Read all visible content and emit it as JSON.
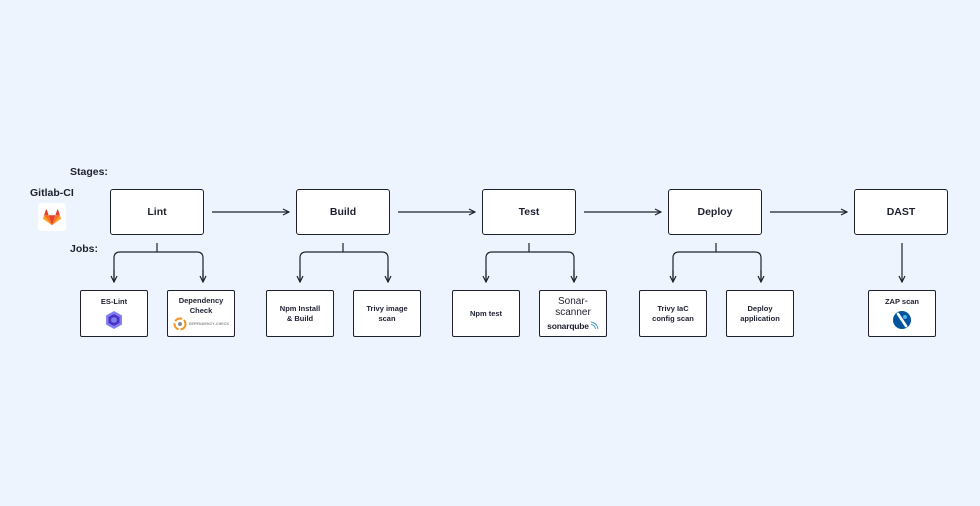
{
  "headings": {
    "stages": "Stages:",
    "jobs": "Jobs:",
    "ci_tool": "Gitlab-CI"
  },
  "stages": [
    {
      "label": "Lint"
    },
    {
      "label": "Build"
    },
    {
      "label": "Test"
    },
    {
      "label": "Deploy"
    },
    {
      "label": "DAST"
    }
  ],
  "jobs": [
    {
      "label": "ES-Lint",
      "icon": "eslint-icon"
    },
    {
      "label": "Dependency\nCheck",
      "icon": "dependency-check-logo",
      "logo_text": "DEPENDENCY-CHECK"
    },
    {
      "label": "Npm Install\n& Build"
    },
    {
      "label": "Trivy  image\nscan"
    },
    {
      "label": "Npm test"
    },
    {
      "label": "Sonar-\nscanner",
      "icon": "sonarqube-logo",
      "logo_text": "sonarqube"
    },
    {
      "label": "Trivy IaC\nconfig scan"
    },
    {
      "label": "Deploy\napplication"
    },
    {
      "label": "ZAP scan",
      "icon": "zap-icon"
    }
  ],
  "colors": {
    "background": "#eef4fd",
    "line": "#1e2030",
    "gitlab": "#e24329",
    "eslint": "#4b32c3",
    "zap": "#00549e",
    "dependency_check": "#f7931e"
  }
}
